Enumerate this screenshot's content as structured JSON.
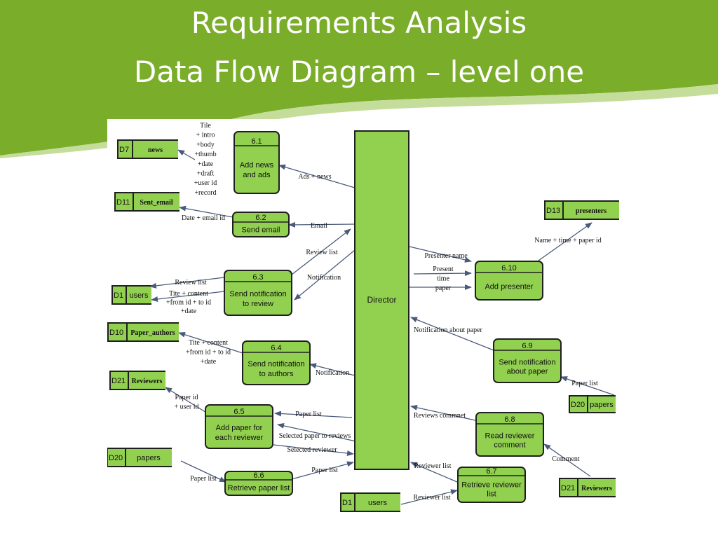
{
  "title": {
    "line1": "Requirements Analysis",
    "line2": "Data Flow Diagram – level one"
  },
  "colors": {
    "header_green": "#7aad2a",
    "process_fill": "#92d050",
    "process_stroke": "#1f1f1f",
    "arrow": "#4a5a7a"
  },
  "entity": {
    "label": "Director"
  },
  "processes": [
    {
      "id": "6.1",
      "lines": [
        "Add news",
        "and ads"
      ]
    },
    {
      "id": "6.2",
      "lines": [
        "Send email"
      ]
    },
    {
      "id": "6.3",
      "lines": [
        "Send notification",
        "to review"
      ]
    },
    {
      "id": "6.4",
      "lines": [
        "Send notification",
        "to authors"
      ]
    },
    {
      "id": "6.5",
      "lines": [
        "Add paper for",
        "each reviewer"
      ]
    },
    {
      "id": "6.6",
      "lines": [
        "Retrieve paper list"
      ]
    },
    {
      "id": "6.7",
      "lines": [
        "Retrieve reviewer",
        "list"
      ]
    },
    {
      "id": "6.8",
      "lines": [
        "Read reviewer",
        "comment"
      ]
    },
    {
      "id": "6.9",
      "lines": [
        "Send notification",
        "about paper"
      ]
    },
    {
      "id": "6.10",
      "lines": [
        "Add presenter"
      ]
    }
  ],
  "stores": [
    {
      "id": "D7",
      "name": "news"
    },
    {
      "id": "D11",
      "name": "Sent_email"
    },
    {
      "id": "D1",
      "name": "users"
    },
    {
      "id": "D10",
      "name": "Paper_authors"
    },
    {
      "id": "D21",
      "name": "Reviewers"
    },
    {
      "id": "D20",
      "name": "papers"
    },
    {
      "id": "D1",
      "name": "users"
    },
    {
      "id": "D13",
      "name": "presenters"
    },
    {
      "id": "D20",
      "name": "papers"
    },
    {
      "id": "D21",
      "name": "Reviewers"
    }
  ],
  "flows": [
    {
      "lines": [
        "Tile",
        "+ intro",
        "+body",
        "+thumb",
        "+date",
        "+draft",
        "+user id",
        "+record"
      ]
    },
    {
      "lines": [
        "Ads + news"
      ]
    },
    {
      "lines": [
        "Date + email id"
      ]
    },
    {
      "lines": [
        "Email"
      ]
    },
    {
      "lines": [
        "Review list"
      ]
    },
    {
      "lines": [
        "Notification"
      ]
    },
    {
      "lines": [
        "Review list"
      ]
    },
    {
      "lines": [
        "Tite + content",
        "+from id + to id",
        "+date"
      ]
    },
    {
      "lines": [
        "Tite + content",
        "+from id + to id",
        "+date"
      ]
    },
    {
      "lines": [
        "Notification"
      ]
    },
    {
      "lines": [
        "Paper id",
        "+ user id"
      ]
    },
    {
      "lines": [
        "Paper list"
      ]
    },
    {
      "lines": [
        "Selected paper to reviews"
      ]
    },
    {
      "lines": [
        "Selected reviewer"
      ]
    },
    {
      "lines": [
        "Paper list"
      ]
    },
    {
      "lines": [
        "Paper list"
      ]
    },
    {
      "lines": [
        "Reviewer list"
      ]
    },
    {
      "lines": [
        "Reviewer list"
      ]
    },
    {
      "lines": [
        "Presenter name"
      ]
    },
    {
      "lines": [
        "Present",
        "time",
        "paper"
      ]
    },
    {
      "lines": [
        "Name + time + paper id"
      ]
    },
    {
      "lines": [
        "Notification about paper"
      ]
    },
    {
      "lines": [
        "Paper list"
      ]
    },
    {
      "lines": [
        "Reviews commnet"
      ]
    },
    {
      "lines": [
        "Comment"
      ]
    }
  ]
}
